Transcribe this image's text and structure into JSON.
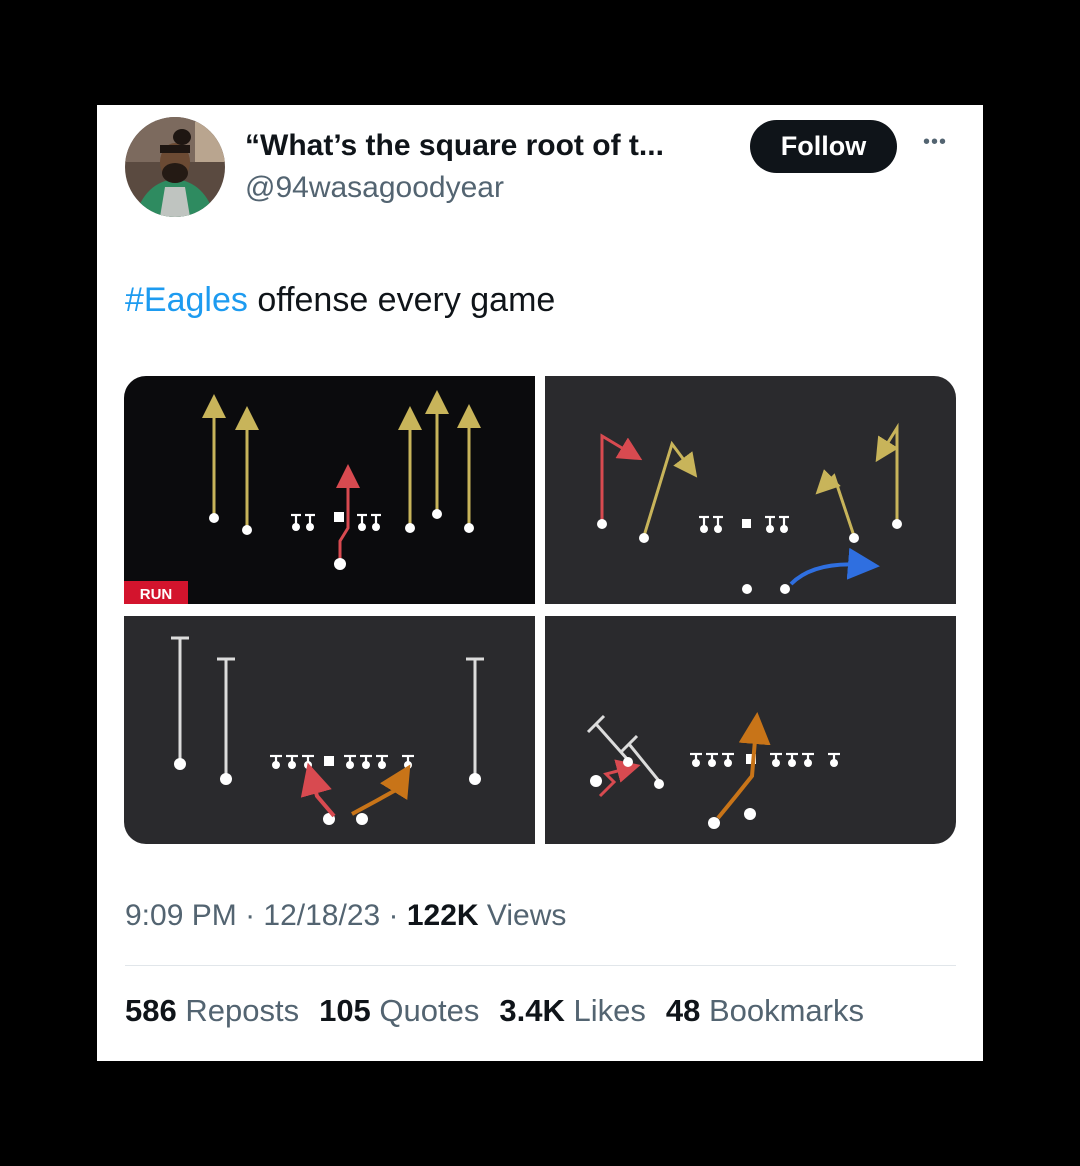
{
  "tweet": {
    "display_name": "“What’s the square root of t...",
    "handle": "@94wasagoodyear",
    "follow_label": "Follow",
    "more_glyph": "•••",
    "hashtag": "#Eagles",
    "text": " offense every game",
    "media": {
      "run_badge": "RUN"
    },
    "time": "9:09 PM",
    "date": "12/18/23",
    "views_count": "122K",
    "views_label": " Views",
    "separator": " · ",
    "stats": [
      {
        "count": "586",
        "label": " Reposts"
      },
      {
        "count": "105",
        "label": " Quotes"
      },
      {
        "count": "3.4K",
        "label": " Likes"
      },
      {
        "count": "48",
        "label": " Bookmarks"
      }
    ]
  },
  "icons": {
    "more": "more-horizontal-icon"
  },
  "colors": {
    "link": "#1d9bf0",
    "text_primary": "#0f1419",
    "text_secondary": "#536471",
    "follow_bg": "#0f1419",
    "play_gold": "#c8b45a",
    "play_red": "#d84a50",
    "play_blue": "#2f6fe0",
    "play_orange": "#c87418",
    "play_white": "#dcdcdc",
    "run_badge": "#d3142d"
  }
}
